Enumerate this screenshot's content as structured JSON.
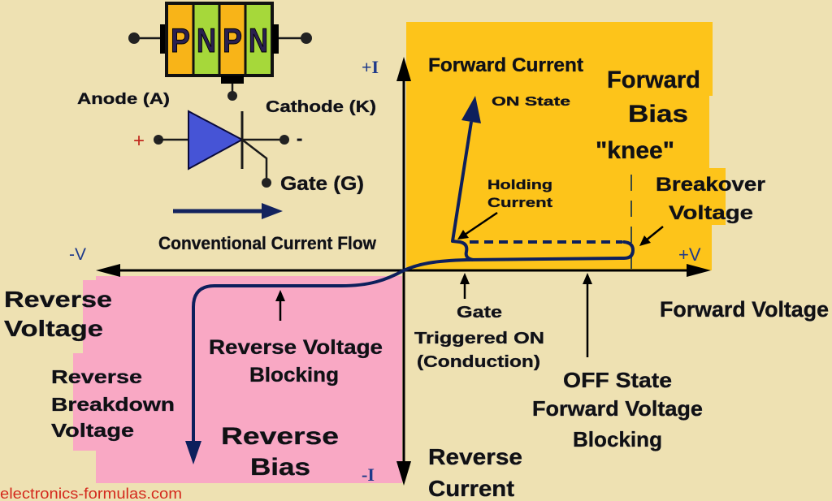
{
  "colors": {
    "background": "#eee1b2",
    "forward_bias_region": "#fdc41a",
    "reverse_bias_region": "#f9a8c4",
    "characteristic_curve": "#0d1f5c",
    "p_layer": "#f8b418",
    "n_layer": "#a6d83a",
    "diode_body": "#4654d6",
    "axis_sign_labels": "#1f3a8a",
    "anode_sign": "#c0281e",
    "watermark": "#d42a1e"
  },
  "pnpn_block": {
    "layers": [
      "P",
      "N",
      "P",
      "N"
    ]
  },
  "scr_symbol": {
    "anode_label": "Anode (A)",
    "cathode_label": "Cathode (K)",
    "gate_label": "Gate (G)",
    "anode_sign": "+",
    "cathode_sign": "-",
    "current_flow_label": "Conventional Current Flow"
  },
  "axes": {
    "positive_current": "+I",
    "negative_current": "-I",
    "positive_voltage": "+V",
    "negative_voltage": "-V",
    "forward_current": "Forward Current",
    "forward_voltage": "Forward Voltage",
    "reverse_voltage": [
      "Reverse",
      "Voltage"
    ],
    "reverse_current": [
      "Reverse",
      "Current"
    ]
  },
  "regions": {
    "forward_bias": [
      "Forward",
      "Bias"
    ],
    "knee": "\"knee\"",
    "reverse_bias": [
      "Reverse",
      "Bias"
    ]
  },
  "annotations": {
    "on_state": "ON State",
    "holding_current": [
      "Holding",
      "Current"
    ],
    "breakover_voltage": [
      "Breakover",
      "Voltage"
    ],
    "gate_triggered": [
      "Gate",
      "Triggered ON",
      "(Conduction)"
    ],
    "off_state": [
      "OFF State",
      "Forward Voltage",
      "Blocking"
    ],
    "reverse_voltage_blocking": [
      "Reverse Voltage",
      "Blocking"
    ],
    "reverse_breakdown_voltage": [
      "Reverse",
      "Breakdown",
      "Voltage"
    ]
  },
  "watermark": "electronics-formulas.com"
}
